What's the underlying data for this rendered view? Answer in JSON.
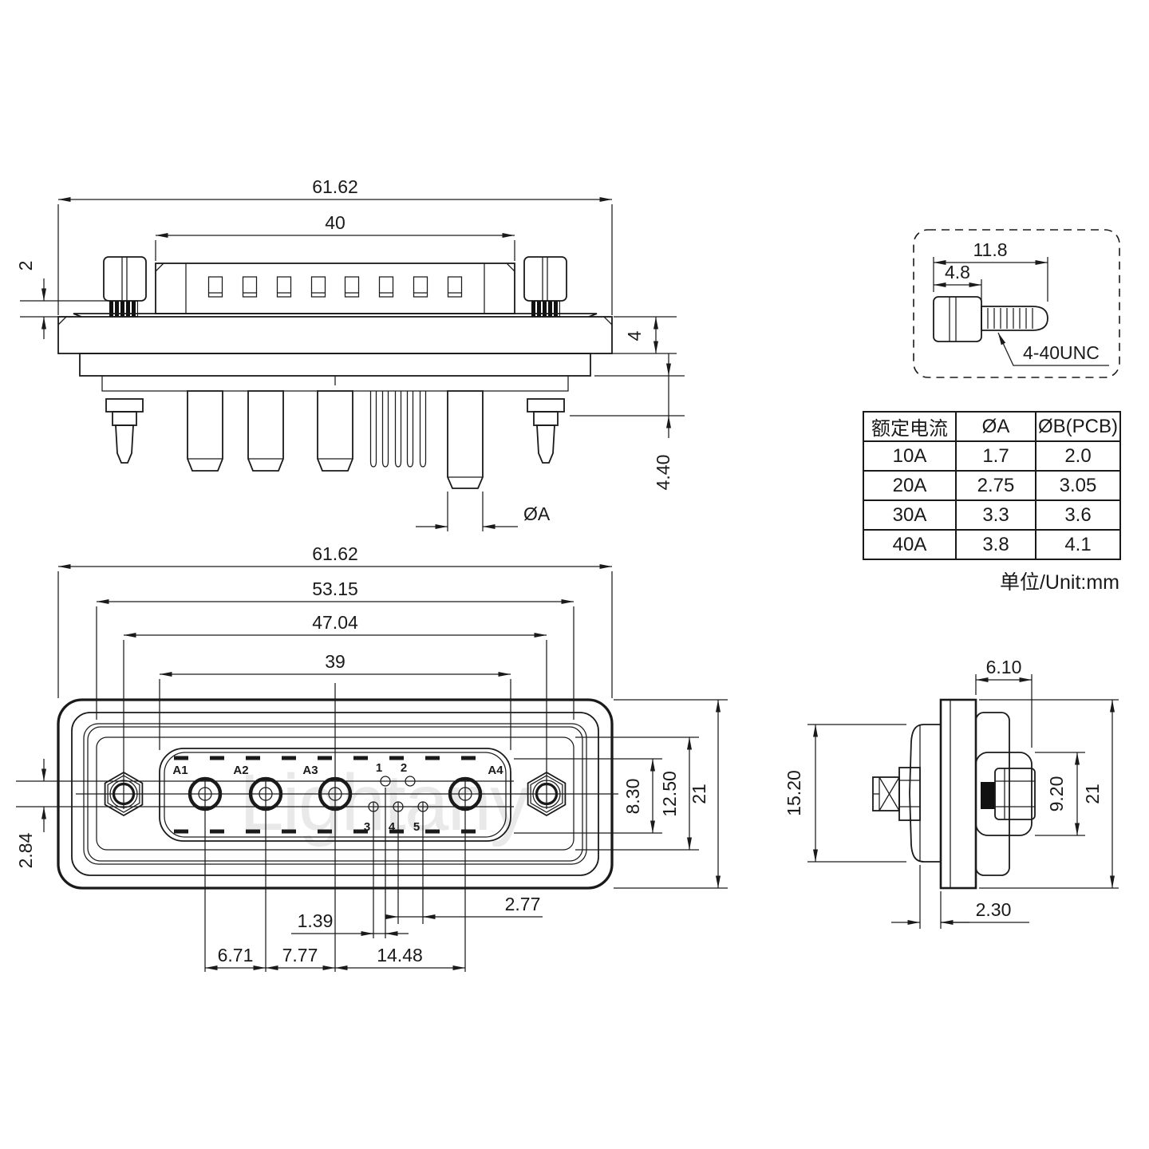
{
  "colors": {
    "line": "#1a1a1a",
    "background": "#ffffff",
    "watermark": "#e9e9e9",
    "fill_black": "#111111"
  },
  "watermark_text": "Lightany",
  "top_view": {
    "dims": {
      "overall_width": "61.62",
      "shroud_width": "40",
      "screw_standoff": "2",
      "flange_thickness": "4",
      "tail_length": "4.40",
      "tail_diameter": "ØA"
    }
  },
  "screw_detail": {
    "dims": {
      "total_length": "11.8",
      "head_length": "4.8"
    },
    "thread_spec": "4-40UNC"
  },
  "spec_table": {
    "col_headers": [
      "额定电流",
      "ØA",
      "ØB(PCB)"
    ],
    "rows": [
      [
        "10A",
        "1.7",
        "2.0"
      ],
      [
        "20A",
        "2.75",
        "3.05"
      ],
      [
        "30A",
        "3.3",
        "3.6"
      ],
      [
        "40A",
        "3.8",
        "4.1"
      ]
    ],
    "unit_note": "单位/Unit:mm"
  },
  "front_view": {
    "dims": {
      "overall_width": "61.62",
      "shell_width": "53.15",
      "mount_span": "47.04",
      "insert_width": "39",
      "row_offset": "2.84",
      "insert_height": "8.30",
      "pocket_height": "12.50",
      "overall_height": "21",
      "pin_half_pitch": "1.39",
      "pin_pitch": "2.77",
      "a1_a2_span": "6.71",
      "a2_a3_span": "7.77",
      "a3_a4_span": "14.48"
    },
    "pin_labels": {
      "a1": "A1",
      "a2": "A2",
      "a3": "A3",
      "a4": "A4",
      "p1": "1",
      "p2": "2",
      "p3": "3",
      "p4": "4",
      "p5": "5"
    }
  },
  "side_view": {
    "dims": {
      "insulator_depth": "6.10",
      "shell_height": "15.20",
      "screw_flat_height": "9.20",
      "overall_height": "21",
      "panel_offset": "2.30"
    }
  }
}
